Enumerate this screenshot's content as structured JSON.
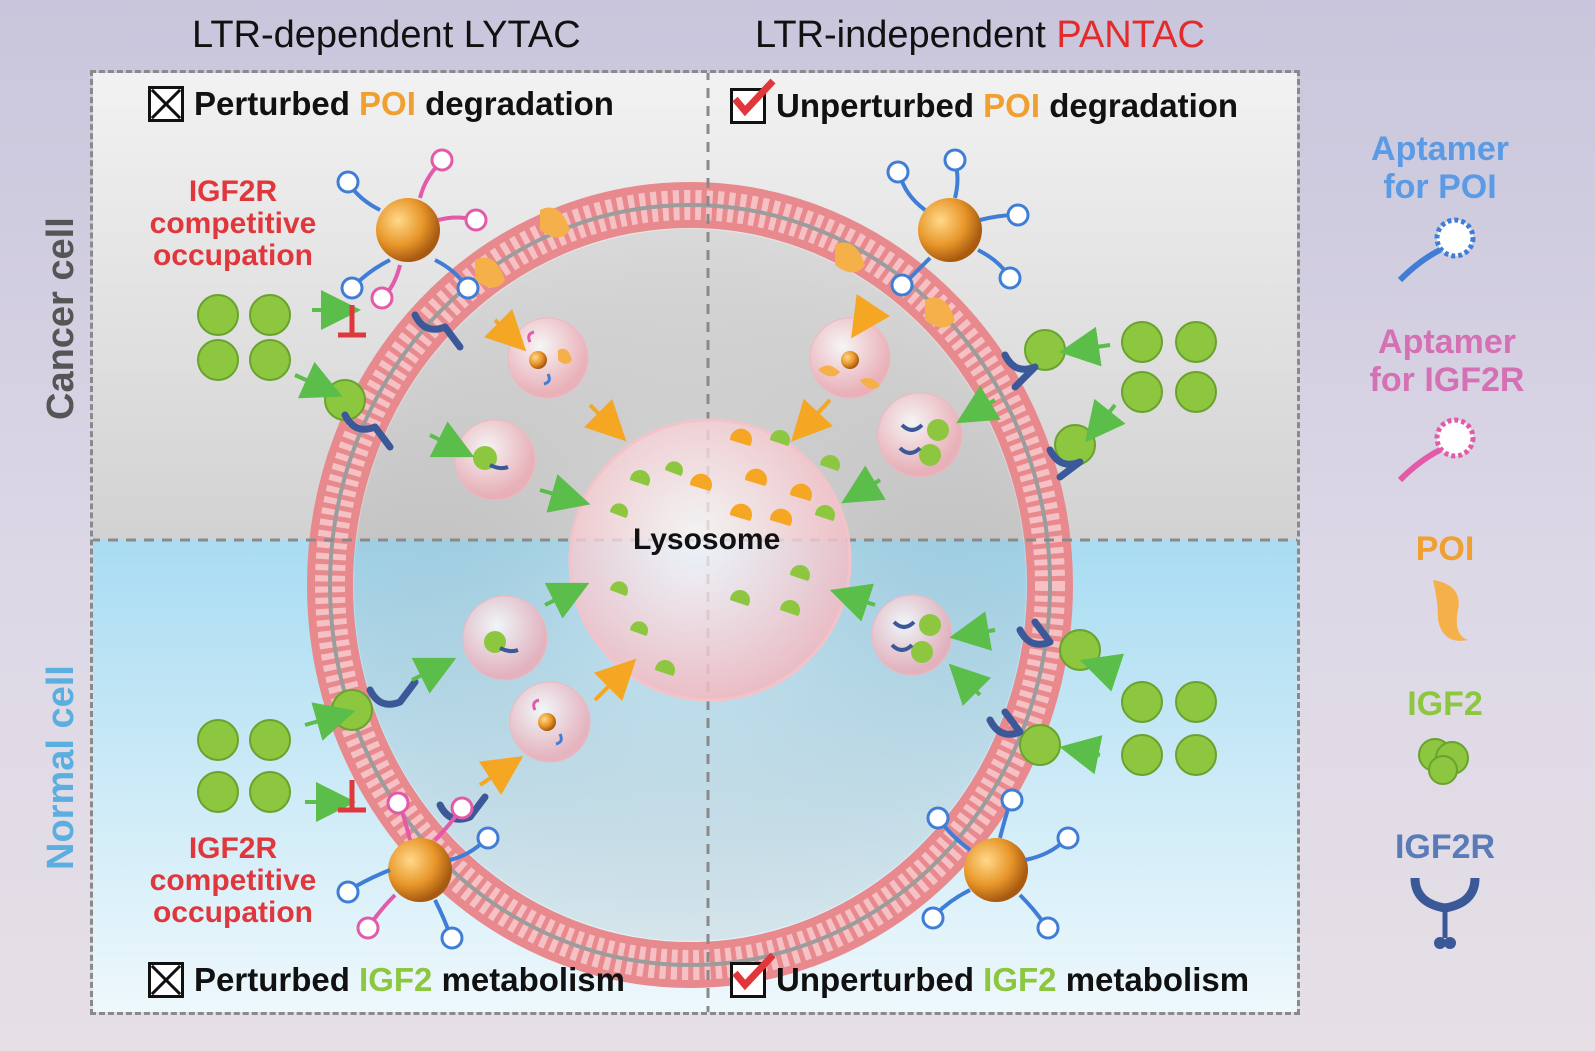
{
  "headers": {
    "left": "LTR-dependent LYTAC",
    "right_prefix": "LTR-independent ",
    "right_accent": "PANTAC"
  },
  "side_labels": {
    "top": "Cancer cell",
    "bottom": "Normal cell"
  },
  "status": {
    "top_left": {
      "pre": "Perturbed ",
      "mid": "POI",
      "post": " degradation"
    },
    "top_right": {
      "pre": "Unperturbed ",
      "mid": "POI",
      "post": " degradation"
    },
    "bottom_left": {
      "pre": "Perturbed ",
      "mid": "IGF2",
      "post": " metabolism"
    },
    "bottom_right": {
      "pre": "Unperturbed ",
      "mid": "IGF2",
      "post": " metabolism"
    }
  },
  "annotations": {
    "top_left": [
      "IGF2R",
      "competitive",
      "occupation"
    ],
    "bottom_left": [
      "IGF2R",
      "competitive",
      "occupation"
    ],
    "lysosome": "Lysosome"
  },
  "legend": {
    "aptamer_poi": [
      "Aptamer",
      "for POI"
    ],
    "aptamer_igf2r": [
      "Aptamer",
      "for IGF2R"
    ],
    "poi": "POI",
    "igf2": "IGF2",
    "igf2r": "IGF2R"
  },
  "colors": {
    "cancer_bg": "#d9d9d9",
    "normal_bg": "#bfe6f6",
    "membrane": "#e8898d",
    "lysosome": "#f7d2d6",
    "aptamer_blue": "#3f7dd6",
    "aptamer_pink": "#e25aa8",
    "poi_orange": "#f5b04a",
    "igf2_green": "#8dc63f",
    "receptor_navy": "#3b5998",
    "red_accent": "#e32b2b"
  },
  "icons": [
    "check-mark-icon",
    "x-box-icon",
    "inhibition-icon",
    "arrow-icon",
    "nanoparticle-icon",
    "vesicle-icon",
    "receptor-icon"
  ]
}
